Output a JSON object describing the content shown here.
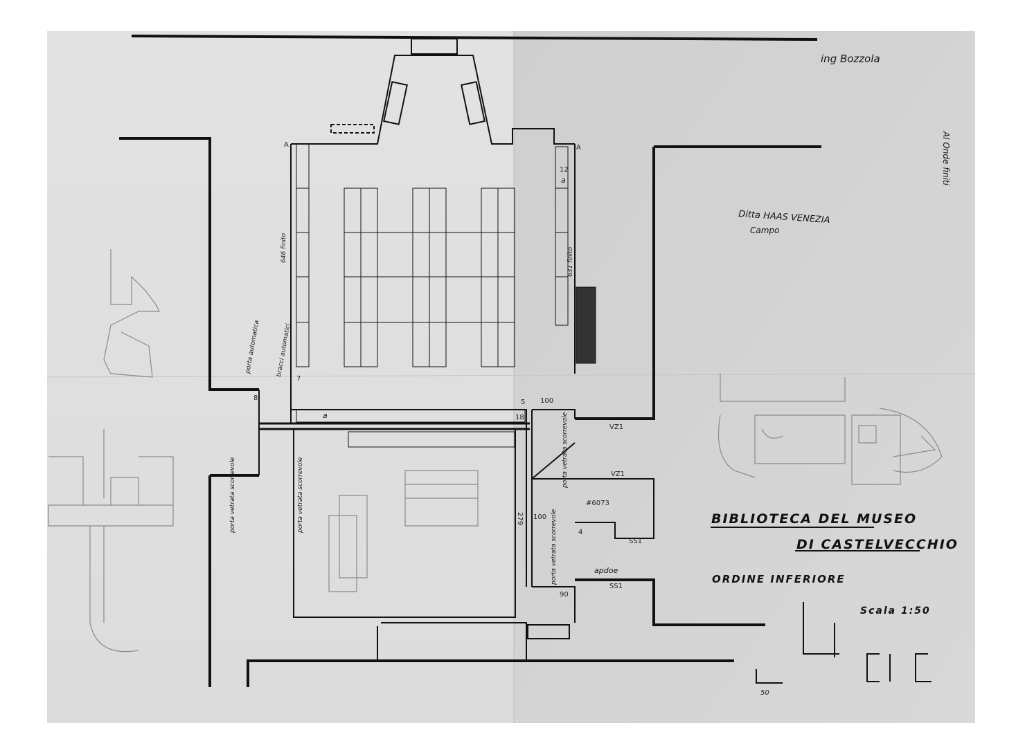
{
  "title": {
    "line1": "BIBLIOTECA DEL MUSEO",
    "line2": "DI CASTELVECCHIO",
    "subtitle": "ORDINE INFERIORE",
    "scale": "Scala 1:50"
  },
  "annotations": {
    "engineer": "ing Bozzola",
    "supplier": "Ditta HAAS VENEZIA",
    "supplier_note": "Campo",
    "margin_note": "Al Onde finiti",
    "left_wall_dim": "646 finito",
    "right_wall_dim": "631 finito",
    "left_note": "porta automatica",
    "left_note2": "bracci automatici",
    "corridor_note": "porta vetrata scorrevole",
    "vestibule_note": "porta vetrata scorrevole",
    "door_note": "porta vetrata scorrevole",
    "room_note": "porta vetrata scorrevole",
    "exit_note": "apdoe",
    "label_a": "a",
    "label_a2": "a",
    "label_A_left": "A",
    "label_A_right": "A",
    "dims": [
      "100",
      "100",
      "90",
      "279",
      "18",
      "8",
      "7",
      "4",
      "12",
      "5",
      "SS1",
      "SS1",
      "VZ1",
      "VZ1",
      "#6073",
      "50"
    ]
  },
  "colors": {
    "paper": "#d9d9d9",
    "ink": "#111111",
    "pencil": "#8a8a8a"
  }
}
